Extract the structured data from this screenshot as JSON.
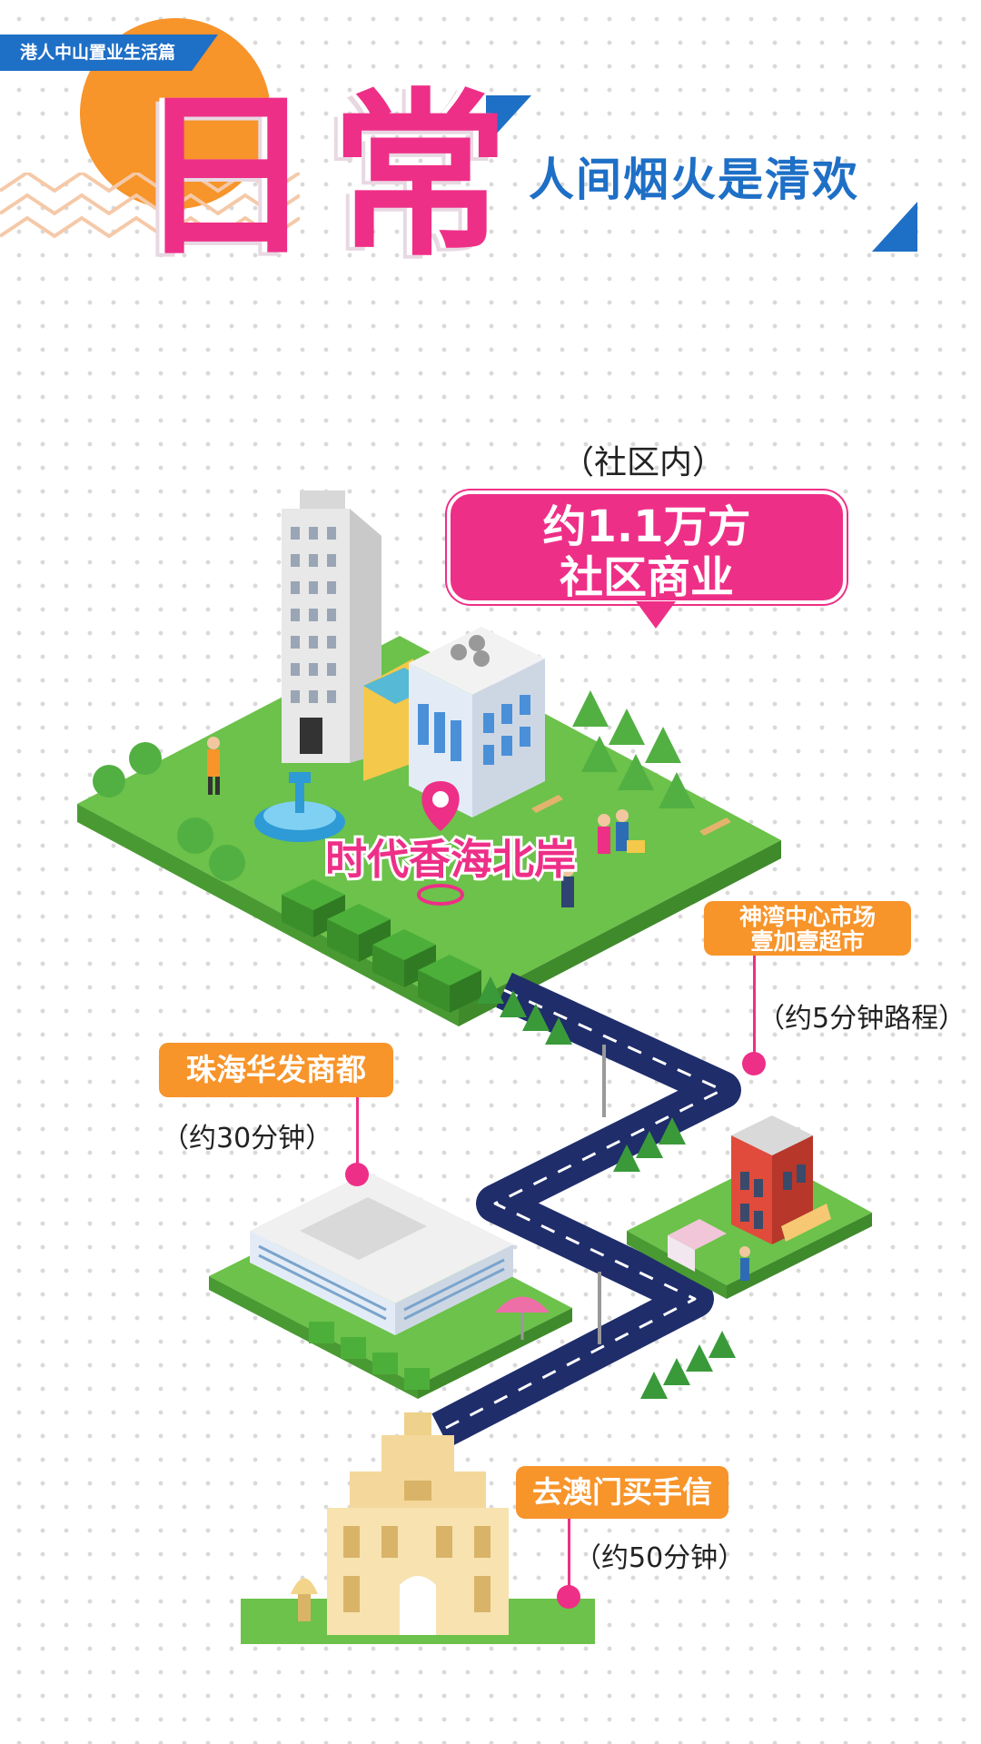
{
  "header": {
    "tag": "港人中山置业生活篇",
    "title": "日常",
    "subtitle": "人间烟火是清欢"
  },
  "community": {
    "scope": "（社区内）",
    "bubble_line1": "约1.1万方",
    "bubble_line2": "社区商业",
    "project_name": "时代香海北岸"
  },
  "destinations": [
    {
      "name_line1": "神湾中心市场",
      "name_line2": "壹加壹超市",
      "time": "（约5分钟路程）"
    },
    {
      "name": "珠海华发商都",
      "time": "（约30分钟）"
    },
    {
      "name": "去澳门买手信",
      "time": "（约50分钟）"
    }
  ],
  "colors": {
    "pink": "#ee2f87",
    "orange": "#f7942a",
    "blue": "#1e6fc6",
    "grass": "#6cc24a",
    "road": "#1f2d6b"
  }
}
